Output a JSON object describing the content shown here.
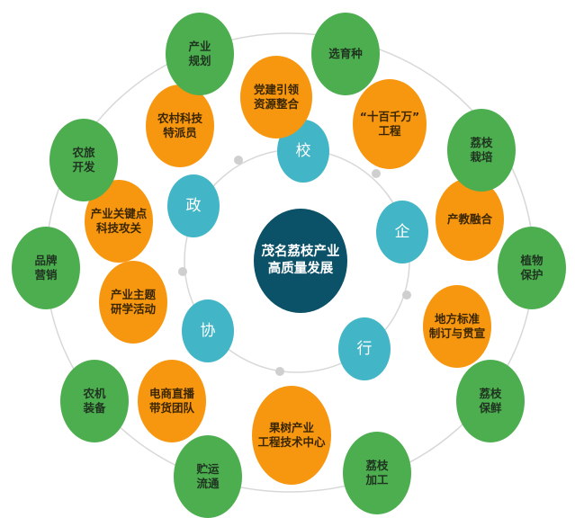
{
  "colors": {
    "outer": "#4cae4f",
    "middle": "#f7960f",
    "inner": "#42b5c7",
    "center": "#0b5168"
  },
  "center": {
    "label": "茂名荔枝产业\n高质量发展"
  },
  "inner": [
    {
      "label": "校"
    },
    {
      "label": "政"
    },
    {
      "label": "企"
    },
    {
      "label": "协"
    },
    {
      "label": "行"
    }
  ],
  "middle": [
    {
      "label": "党建引领\n资源整合"
    },
    {
      "label": "“十百千万”\n工程"
    },
    {
      "label": "农村科技\n特派员"
    },
    {
      "label": "产业关键点\n科技攻关"
    },
    {
      "label": "产教融合"
    },
    {
      "label": "产业主题\n研学活动"
    },
    {
      "label": "地方标准\n制订与贯宣"
    },
    {
      "label": "电商直播\n带货团队"
    },
    {
      "label": "果树产业\n工程技术中心"
    }
  ],
  "outer": [
    {
      "label": "产业\n规划"
    },
    {
      "label": "选育种"
    },
    {
      "label": "荔枝\n栽培"
    },
    {
      "label": "植物\n保护"
    },
    {
      "label": "荔枝\n保鲜"
    },
    {
      "label": "荔枝\n加工"
    },
    {
      "label": "贮运\n流通"
    },
    {
      "label": "农机\n装备"
    },
    {
      "label": "品牌\n营销"
    },
    {
      "label": "农旅\n开发"
    }
  ]
}
